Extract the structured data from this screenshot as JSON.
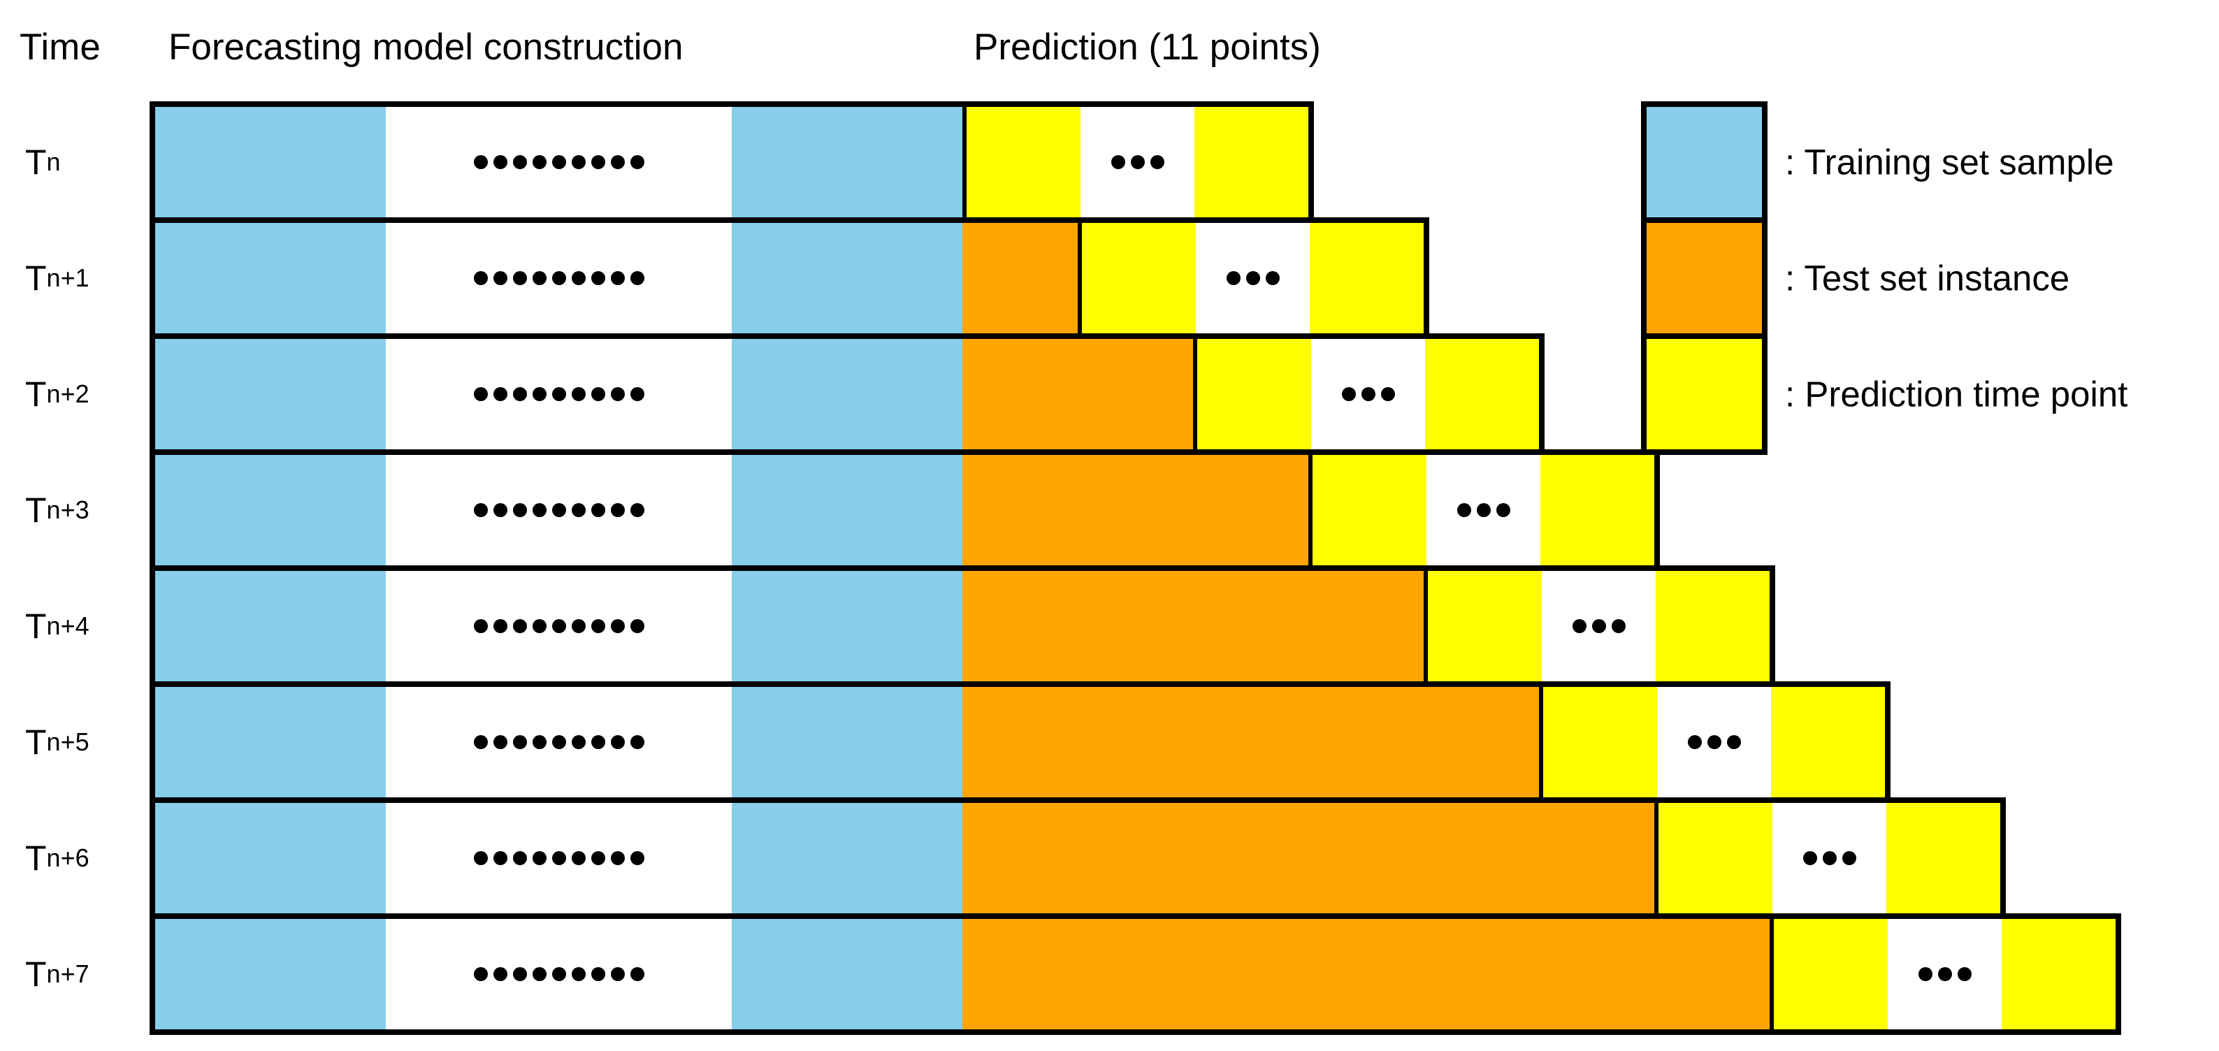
{
  "header": {
    "time_label": "Time",
    "construction_label": "Forecasting model construction",
    "prediction_label": "Prediction (11 points)"
  },
  "colors": {
    "training_blue": "#87CEEB",
    "test_orange": "#FFA500",
    "prediction_yellow": "#FFFF00",
    "border_black": "#000000"
  },
  "dots": {
    "training_count": 9,
    "prediction_count": 3
  },
  "rows": [
    {
      "label_base": "T",
      "label_sub": "n",
      "test_cells": 0
    },
    {
      "label_base": "T",
      "label_sub": "n+1",
      "test_cells": 1
    },
    {
      "label_base": "T",
      "label_sub": "n+2",
      "test_cells": 2
    },
    {
      "label_base": "T",
      "label_sub": "n+3",
      "test_cells": 3
    },
    {
      "label_base": "T",
      "label_sub": "n+4",
      "test_cells": 4
    },
    {
      "label_base": "T",
      "label_sub": "n+5",
      "test_cells": 5
    },
    {
      "label_base": "T",
      "label_sub": "n+6",
      "test_cells": 6
    },
    {
      "label_base": "T",
      "label_sub": "n+7",
      "test_cells": 7
    }
  ],
  "legend": [
    {
      "swatch": "training_blue",
      "label": ": Training set sample"
    },
    {
      "swatch": "test_orange",
      "label": ": Test set instance"
    },
    {
      "swatch": "prediction_yellow",
      "label": ": Prediction time point"
    }
  ]
}
